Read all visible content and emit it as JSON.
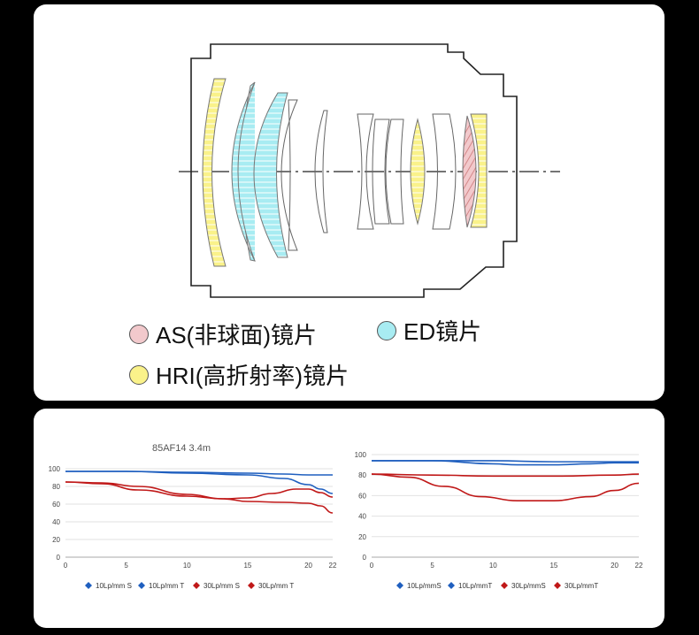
{
  "legend": {
    "as": {
      "label": "AS(非球面)镜片",
      "color": "#f2c9cc"
    },
    "ed": {
      "label": "ED镜片",
      "color": "#a8ecf2"
    },
    "hri": {
      "label": "HRI(高折射率)镜片",
      "color": "#faf28a"
    }
  },
  "chart_data": [
    {
      "type": "line",
      "title": "85AF14 3.4m",
      "xlim": [
        0,
        22
      ],
      "ylim": [
        0,
        100
      ],
      "xticks": [
        0,
        5,
        10,
        15,
        20,
        22
      ],
      "yticks": [
        0,
        20,
        40,
        60,
        80,
        100
      ],
      "grid": true,
      "legend_position": "bottom",
      "series": [
        {
          "name": "10Lp/mm S",
          "color": "#1f5fbf",
          "x": [
            0,
            5,
            10,
            15,
            18,
            20,
            21,
            22
          ],
          "y": [
            97,
            97,
            96,
            95,
            94,
            93,
            93,
            93
          ]
        },
        {
          "name": "10Lp/mm T",
          "color": "#1f5fbf",
          "x": [
            0,
            5,
            10,
            15,
            18,
            20,
            21,
            22
          ],
          "y": [
            97,
            97,
            95,
            93,
            89,
            82,
            77,
            72
          ]
        },
        {
          "name": "30Lp/mm S",
          "color": "#c01818",
          "x": [
            0,
            3,
            6,
            10,
            13,
            15,
            17,
            19,
            20,
            21,
            22
          ],
          "y": [
            85,
            83,
            76,
            69,
            66,
            67,
            72,
            77,
            77,
            73,
            68
          ]
        },
        {
          "name": "30Lp/mm T",
          "color": "#c01818",
          "x": [
            0,
            3,
            6,
            10,
            13,
            15,
            18,
            20,
            21,
            22
          ],
          "y": [
            85,
            84,
            80,
            71,
            66,
            63,
            62,
            61,
            58,
            50
          ]
        }
      ]
    },
    {
      "type": "line",
      "title": "",
      "xlim": [
        0,
        22
      ],
      "ylim": [
        0,
        100
      ],
      "xticks": [
        0,
        5,
        10,
        15,
        20,
        22
      ],
      "yticks": [
        0,
        20,
        40,
        60,
        80,
        100
      ],
      "grid": true,
      "legend_position": "bottom",
      "series": [
        {
          "name": "10Lp/mmS",
          "color": "#1f5fbf",
          "x": [
            0,
            5,
            10,
            15,
            20,
            22
          ],
          "y": [
            94,
            94,
            94,
            93,
            93,
            93
          ]
        },
        {
          "name": "10Lp/mmT",
          "color": "#1f5fbf",
          "x": [
            0,
            5,
            10,
            12,
            15,
            18,
            20,
            22
          ],
          "y": [
            94,
            94,
            91,
            90,
            90,
            91,
            92,
            92
          ]
        },
        {
          "name": "30Lp/mmS",
          "color": "#c01818",
          "x": [
            0,
            5,
            10,
            15,
            20,
            22
          ],
          "y": [
            81,
            80,
            79,
            79,
            80,
            81
          ]
        },
        {
          "name": "30Lp/mmT",
          "color": "#c01818",
          "x": [
            0,
            3,
            6,
            9,
            12,
            15,
            18,
            20,
            22
          ],
          "y": [
            81,
            78,
            69,
            59,
            55,
            55,
            59,
            65,
            72
          ]
        }
      ]
    }
  ]
}
